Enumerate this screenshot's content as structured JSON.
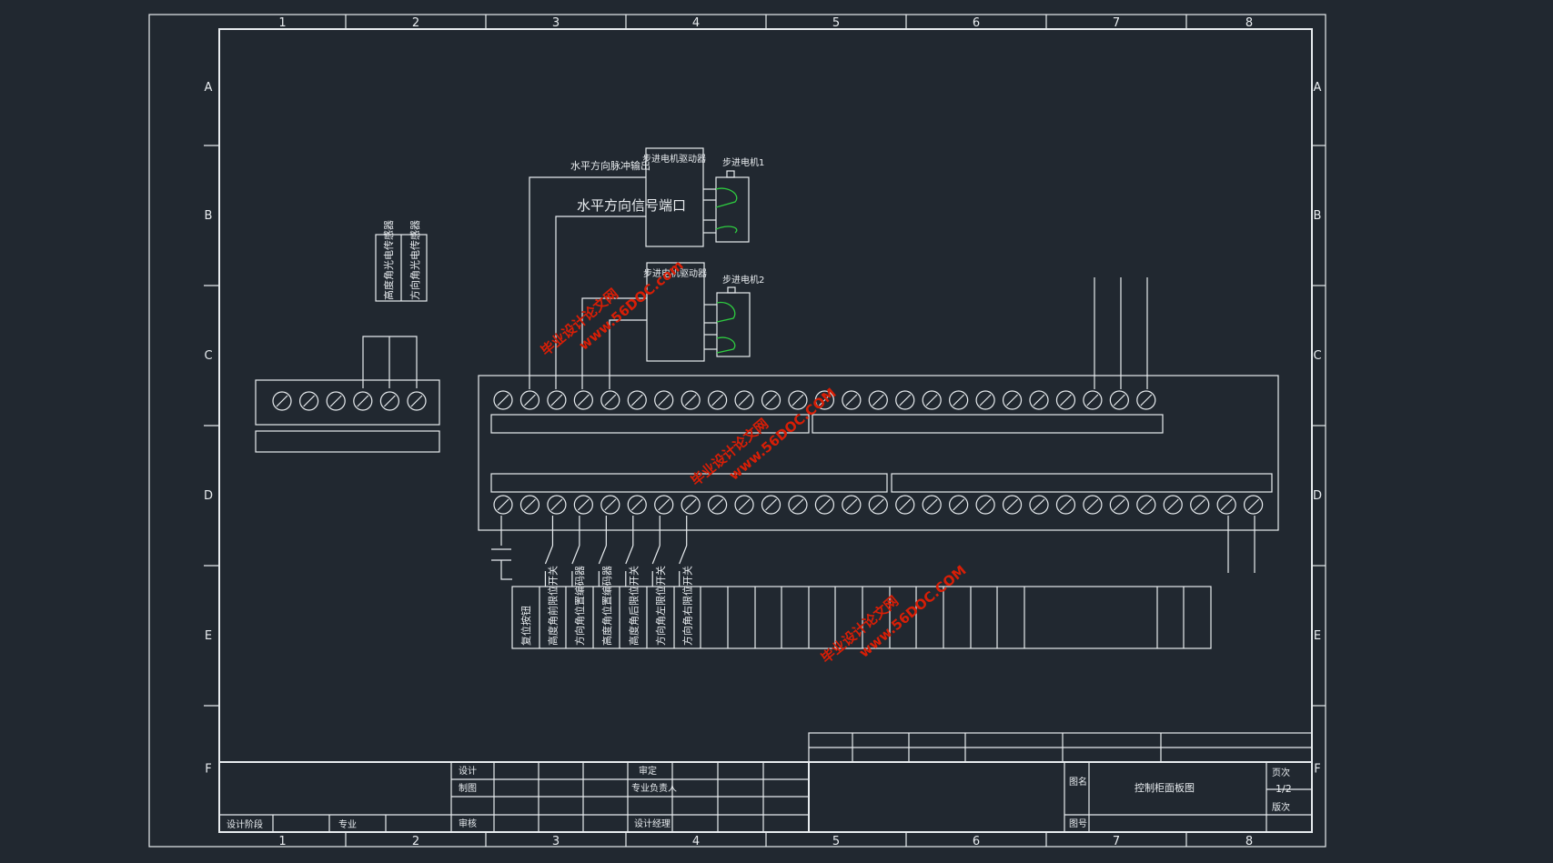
{
  "frame": {
    "col_labels": [
      "1",
      "2",
      "3",
      "4",
      "5",
      "6",
      "7",
      "8"
    ],
    "row_labels": [
      "A",
      "B",
      "C",
      "D",
      "E",
      "F"
    ]
  },
  "drivers": {
    "horizontal": {
      "title": "步进电机驱动器",
      "output_label": "水平方向脉冲输出",
      "port_label": "水平方向信号端口"
    },
    "vertical": {
      "title": "步进电机驱动器"
    }
  },
  "motors": {
    "motor1": "步进电机1",
    "motor2": "步进电机2"
  },
  "sensors": [
    "高度角光电传感器",
    "方向角光电传感器"
  ],
  "switches": [
    "复位按钮",
    "高度角前限位开关",
    "方向角位置编码器",
    "高度角位置编码器",
    "高度角后限位开关",
    "方向角左限位开关",
    "方向角右限位开关"
  ],
  "title_block": {
    "design": "设计",
    "drawing": "制图",
    "review": "审核",
    "approve": "审定",
    "chief": "专业负责人",
    "manager": "设计经理",
    "stage": "设计阶段",
    "specialty": "专业",
    "drawing_name_label": "图名",
    "drawing_name": "控制柜面板图",
    "drawing_no_label": "图号",
    "page_label": "页次",
    "page_value": "1/2",
    "version_label": "版次"
  },
  "watermarks": [
    {
      "name": "毕业设计论文网",
      "url": "www.56DOC.com"
    },
    {
      "name": "毕业设计论文网",
      "url": "www.56DOC.COM"
    },
    {
      "name": "毕业设计论文网",
      "url": "www.56DOC.COM"
    }
  ],
  "colors": {
    "background": "#212830",
    "line": "#e8ecef",
    "motor_coil": "#2ecc40",
    "watermark": "#d81e06"
  }
}
